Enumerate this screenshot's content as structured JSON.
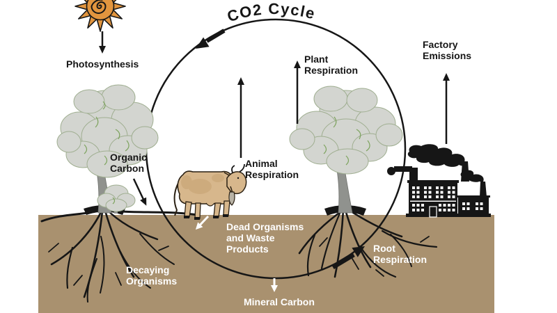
{
  "title": {
    "text": "CO2 Cycle"
  },
  "labels": {
    "photosynthesis": {
      "lines": [
        "Photosynthesis"
      ]
    },
    "plant_respiration": {
      "lines": [
        "Plant",
        "Respiration"
      ]
    },
    "factory_emissions": {
      "lines": [
        "Factory",
        "Emissions"
      ]
    },
    "animal_respiration": {
      "lines": [
        "Animal",
        "Respiration"
      ]
    },
    "organic_carbon": {
      "lines": [
        "Organic",
        "Carbon"
      ]
    },
    "dead_organisms": {
      "lines": [
        "Dead Organisms",
        "and Waste",
        "Products"
      ]
    },
    "decaying_organisms": {
      "lines": [
        "Decaying",
        "Organisms"
      ]
    },
    "mineral_carbon": {
      "lines": [
        "Mineral Carbon"
      ]
    },
    "root_respiration": {
      "lines": [
        "Root",
        "Respiration"
      ]
    }
  },
  "icons": {
    "sun": "sun-icon",
    "trees": "tree-icon",
    "bush": "bush-icon",
    "cow": "cow-icon",
    "factory": "factory-icon",
    "cycle": "cycle-circle"
  },
  "colors": {
    "sun_orange": "#e2953e",
    "soil_brown": "#a9916f",
    "canopy_gray": "#d3d5d0",
    "leaf_green": "#7da35e",
    "trunk_gray": "#90928e",
    "cow_tan": "#d7b78c",
    "ink_black": "#161616",
    "label_white": "#ffffff"
  }
}
